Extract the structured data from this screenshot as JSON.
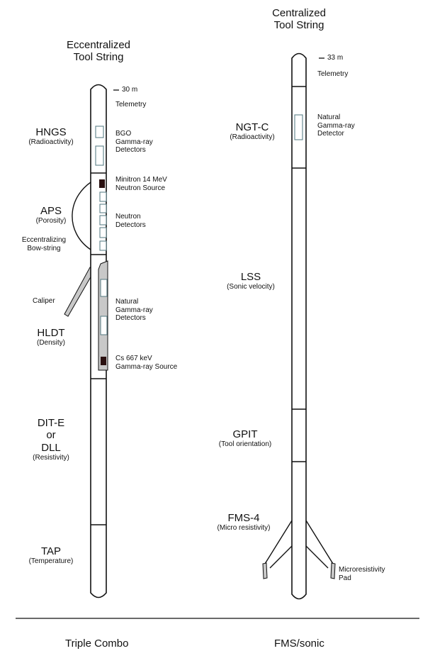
{
  "left_string": {
    "title_line1": "Eccentralized",
    "title_line2": "Tool String",
    "depth_label": "30 m",
    "telemetry": "Telemetry",
    "tools": [
      {
        "name": "HNGS",
        "desc": "(Radioactivity)"
      },
      {
        "name": "APS",
        "desc": "(Porosity)"
      },
      {
        "name": "HLDT",
        "desc": "(Density)"
      },
      {
        "name_lines": [
          "DIT-E",
          "or",
          "DLL"
        ],
        "desc": "(Resistivity)"
      },
      {
        "name": "TAP",
        "desc": "(Temperature)"
      }
    ],
    "components": {
      "bgo": [
        "BGO",
        "Gamma-ray",
        "Detectors"
      ],
      "minitron": [
        "Minitron 14 MeV",
        "Neutron Source"
      ],
      "neutron": [
        "Neutron",
        "Detectors"
      ],
      "bowstring": [
        "Eccentralizing",
        "Bow-string"
      ],
      "caliper": "Caliper",
      "natural_gr": [
        "Natural",
        "Gamma-ray",
        "Detectors"
      ],
      "cs_source": [
        "Cs 667 keV",
        "Gamma-ray Source"
      ]
    },
    "footer": "Triple Combo"
  },
  "right_string": {
    "title_line1": "Centralized",
    "title_line2": "Tool String",
    "depth_label": "33 m",
    "telemetry": "Telemetry",
    "tools": [
      {
        "name": "NGT-C",
        "desc": "(Radioactivity)"
      },
      {
        "name": "LSS",
        "desc": "(Sonic velocity)"
      },
      {
        "name": "GPIT",
        "desc": "(Tool orientation)"
      },
      {
        "name": "FMS-4",
        "desc": "(Micro resistivity)"
      }
    ],
    "components": {
      "natural_gr": [
        "Natural",
        "Gamma-ray",
        "Detector"
      ],
      "pad": [
        "Microresistivity",
        "Pad"
      ]
    },
    "footer": "FMS/sonic"
  }
}
